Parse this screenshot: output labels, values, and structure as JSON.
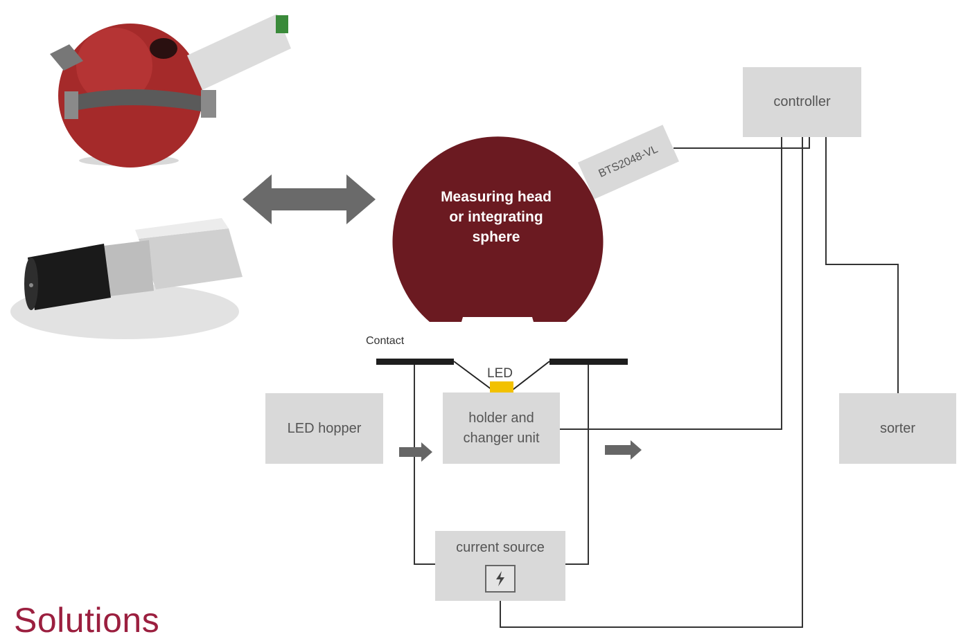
{
  "diagram": {
    "sphere_label": "Measuring head or integrating sphere",
    "spectrometer_label": "BTS2048-VL",
    "controller_label": "controller",
    "sorter_label": "sorter",
    "hopper_label": "LED hopper",
    "holder_label": "holder and changer unit",
    "current_source_label": "current source",
    "contact_label": "Contact",
    "led_label": "LED",
    "section_heading": "Solutions"
  },
  "colors": {
    "sphere": "#6b1a21",
    "box": "#d9d9d9",
    "heading": "#9b1f3f",
    "led": "#f2c100",
    "arrow": "#666666"
  }
}
